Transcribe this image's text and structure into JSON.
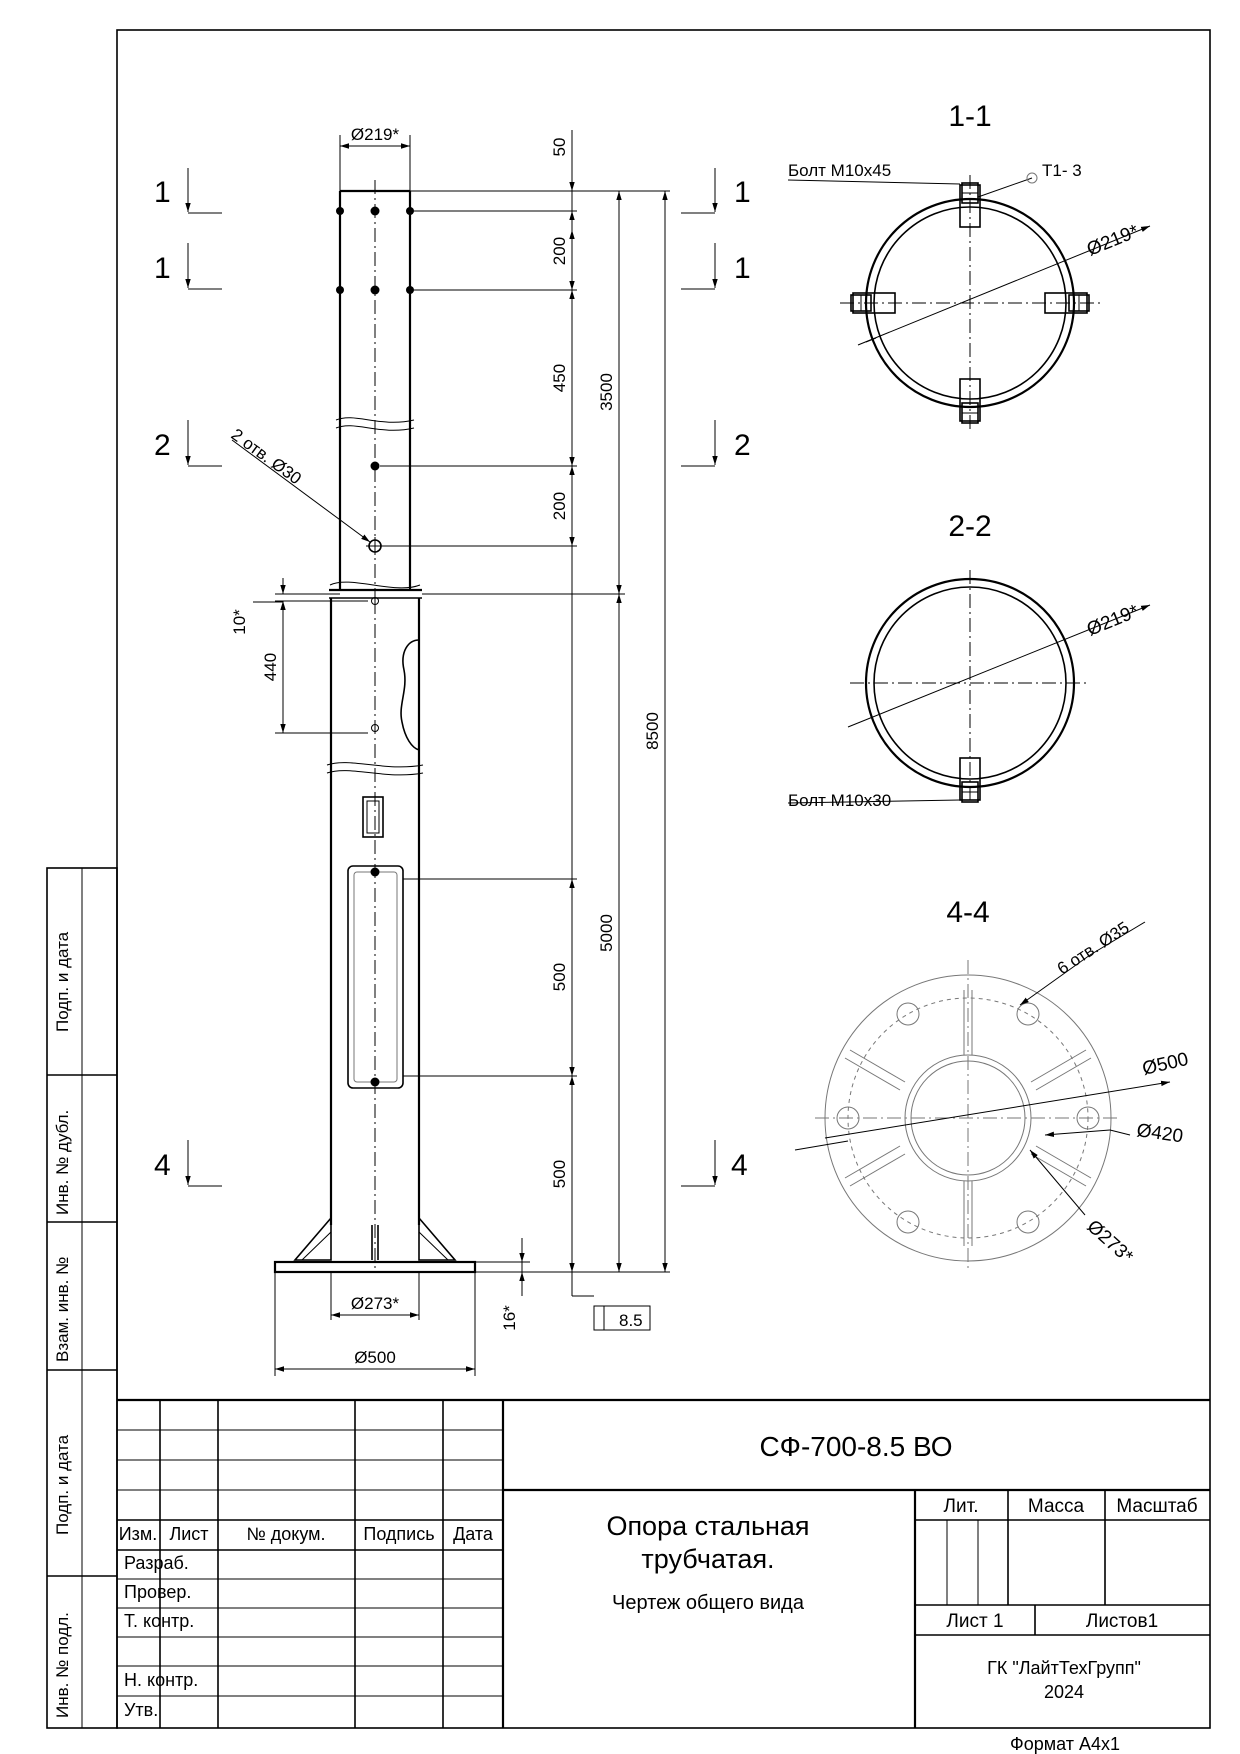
{
  "designation": "СФ-700-8.5 ВО",
  "title_line1": "Опора стальная",
  "title_line2": "трубчатая.",
  "subtitle": "Чертеж общего вида",
  "organization": "ГК \"ЛайтТехГрупп\"",
  "year": "2024",
  "format_label": "Формат  А4х1",
  "title_block": {
    "col_izm": "Изм.",
    "col_list": "Лист",
    "col_doc": "№ докум.",
    "col_sign": "Подпись",
    "col_date": "Дата",
    "row_razrab": "Разраб.",
    "row_prover": "Провер.",
    "row_tkontr": "Т. контр.",
    "row_nkontr": "Н. контр.",
    "row_utv": "Утв.",
    "lit": "Лит.",
    "massa": "Масса",
    "masshtab": "Масштаб",
    "sheet": "Лист 1",
    "sheets": "Листов1"
  },
  "side_labels": {
    "podp_data_1": "Подп. и дата",
    "inv_dubl": "Инв. № дубл.",
    "vzam_inv": "Взам. инв. №",
    "podp_data_2": "Подп. и дата",
    "inv_podl": "Инв. № подл."
  },
  "main_view": {
    "dia_top": "Ø219*",
    "dia_base": "Ø273*",
    "dia_flange": "Ø500",
    "holes_note": "2 отв. Ø30",
    "dim_50": "50",
    "dim_200_a": "200",
    "dim_450": "450",
    "dim_200_b": "200",
    "dim_3500": "3500",
    "dim_8500": "8500",
    "dim_5000": "5000",
    "dim_500_a": "500",
    "dim_500_b": "500",
    "dim_440": "440",
    "dim_10": "10*",
    "dim_16": "16*",
    "weld": "8.5",
    "sec_1a": "1",
    "sec_1b": "1",
    "sec_2": "2",
    "sec_4": "4"
  },
  "section_1": {
    "title": "1-1",
    "bolt": "Болт М10х45",
    "tag": "Т1- 3",
    "dia": "Ø219*"
  },
  "section_2": {
    "title": "2-2",
    "bolt": "Болт М10х30",
    "dia": "Ø219*"
  },
  "section_4": {
    "title": "4-4",
    "holes": "6 отв. Ø35",
    "dia_500": "Ø500",
    "dia_420": "Ø420",
    "dia_273": "Ø273*"
  }
}
